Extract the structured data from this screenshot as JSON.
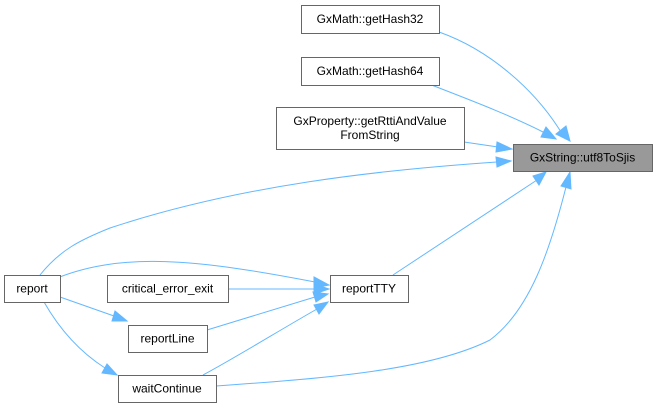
{
  "graph": {
    "title": "Caller graph of GxString::utf8ToSjis",
    "focus_node": "utf8ToSjis",
    "colors": {
      "edge": "#63b8ff",
      "node_border": "#666666",
      "node_fill": "#ffffff",
      "focus_fill": "#999999"
    },
    "nodes": {
      "getHash32": {
        "lines": [
          "GxMath::getHash32"
        ]
      },
      "getHash64": {
        "lines": [
          "GxMath::getHash64"
        ]
      },
      "getRtti": {
        "lines": [
          "GxProperty::getRttiAndValue",
          "FromString"
        ]
      },
      "utf8ToSjis": {
        "lines": [
          "GxString::utf8ToSjis"
        ]
      },
      "report": {
        "lines": [
          "report"
        ]
      },
      "criticalErrorExit": {
        "lines": [
          "critical_error_exit"
        ]
      },
      "reportTTY": {
        "lines": [
          "reportTTY"
        ]
      },
      "reportLine": {
        "lines": [
          "reportLine"
        ]
      },
      "waitContinue": {
        "lines": [
          "waitContinue"
        ]
      }
    },
    "edges": [
      {
        "from": "getHash32",
        "to": "utf8ToSjis"
      },
      {
        "from": "getHash64",
        "to": "utf8ToSjis"
      },
      {
        "from": "getRtti",
        "to": "utf8ToSjis"
      },
      {
        "from": "report",
        "to": "utf8ToSjis"
      },
      {
        "from": "reportTTY",
        "to": "utf8ToSjis"
      },
      {
        "from": "waitContinue",
        "to": "utf8ToSjis"
      },
      {
        "from": "report",
        "to": "reportTTY"
      },
      {
        "from": "criticalErrorExit",
        "to": "reportTTY"
      },
      {
        "from": "reportLine",
        "to": "reportTTY"
      },
      {
        "from": "waitContinue",
        "to": "reportTTY"
      },
      {
        "from": "report",
        "to": "reportLine"
      },
      {
        "from": "report",
        "to": "waitContinue"
      }
    ]
  }
}
